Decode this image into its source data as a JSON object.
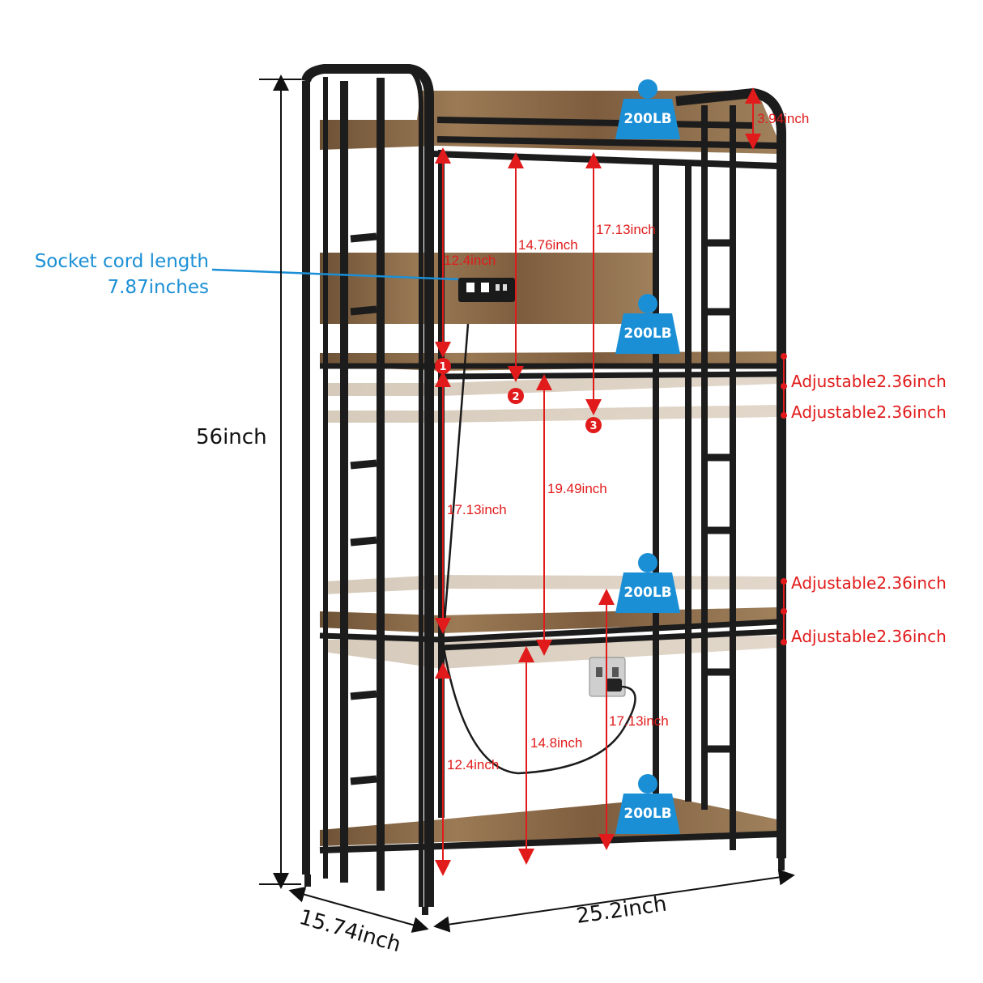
{
  "overall": {
    "height_label": "56inch",
    "depth_label": "15.74inch",
    "width_label": "25.2inch"
  },
  "socket": {
    "line1": "Socket cord length",
    "line2": "7.87inches"
  },
  "load_badges": [
    "200LB",
    "200LB",
    "200LB",
    "200LB"
  ],
  "top_rail_height": "3.94inch",
  "upper_section": {
    "label_1": "12.4inch",
    "label_2": "14.76inch",
    "label_3": "17.13inch",
    "markers": [
      "1",
      "2",
      "3"
    ]
  },
  "middle_section": {
    "label_left": "17.13inch",
    "label_right": "19.49inch"
  },
  "lower_section": {
    "label_left": "12.4inch",
    "label_mid": "14.8inch",
    "label_right": "17.13inch"
  },
  "adjustable": [
    "Adjustable2.36inch",
    "Adjustable2.36inch",
    "Adjustable2.36inch",
    "Adjustable2.36inch"
  ],
  "colors": {
    "frame": "#1c1c1c",
    "wood": "#8a6a4a",
    "dimension_red": "#e11b1b",
    "badge_blue": "#1b8fd6",
    "socket_blue": "#1b8fd6"
  }
}
